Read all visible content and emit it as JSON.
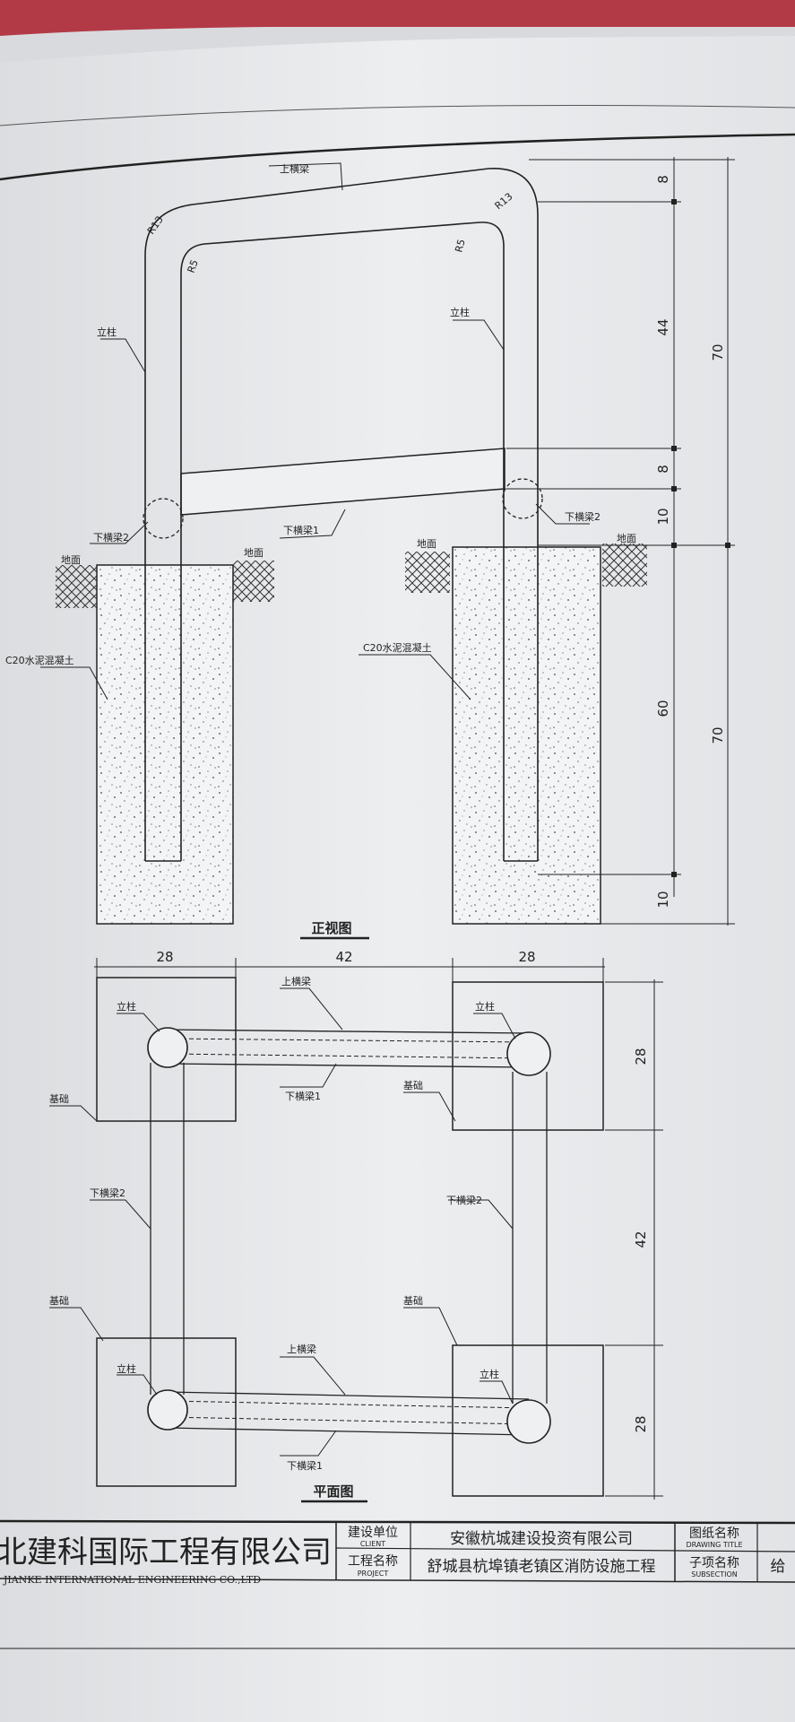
{
  "front_view": {
    "title": "正视图",
    "labels": {
      "top_beam": "上横梁",
      "post_left": "立柱",
      "post_right": "立柱",
      "lower_beam_1": "下横梁1",
      "lower_beam_2_left": "下横梁2",
      "lower_beam_2_right": "下横梁2",
      "ground_left": "地面",
      "ground_mid": "地面",
      "ground_mid2": "地面",
      "ground_right": "地面",
      "concrete_left": "C20水泥混凝土",
      "concrete_right": "C20水泥混凝土",
      "radius_outer_left": "R13",
      "radius_outer_right": "R13",
      "radius_inner_left": "R5",
      "radius_inner_right": "R5"
    },
    "dimensions": {
      "d8_top": "8",
      "d44": "44",
      "d8_mid": "8",
      "d10_mid": "10",
      "d70_top": "70",
      "d60": "60",
      "d10_bottom": "10",
      "d70_bottom": "70"
    }
  },
  "plan_view": {
    "title": "平面图",
    "labels": {
      "post_tl": "立柱",
      "post_tr": "立柱",
      "post_bl": "立柱",
      "post_br": "立柱",
      "top_beam_top": "上横梁",
      "top_beam_bottom": "上横梁",
      "lower_beam_1_top": "下横梁1",
      "lower_beam_1_bottom": "下横梁1",
      "lower_beam_2_left": "下横梁2",
      "lower_beam_2_right": "下横梁2",
      "foundation_tl": "基础",
      "foundation_tr": "基础",
      "foundation_bl": "基础",
      "foundation_br": "基础"
    },
    "dimensions": {
      "top_28_left": "28",
      "top_42": "42",
      "top_28_right": "28",
      "right_28_top": "28",
      "right_42": "42",
      "right_28_bottom": "28"
    }
  },
  "title_block": {
    "company_cn": "北建科国际工程有限公司",
    "company_en": "JIANKE INTERNATIONAL ENGINEERING CO.,LTD",
    "client_cn": "建设单位",
    "client_en": "CLIENT",
    "client_value": "安徽杭城建设投资有限公司",
    "project_cn": "工程名称",
    "project_en": "PROJECT",
    "project_value": "舒城县杭埠镇老镇区消防设施工程",
    "drawing_title_cn": "图纸名称",
    "drawing_title_en": "DRAWING TITLE",
    "subsection_cn": "子项名称",
    "subsection_en": "SUBSECTION",
    "subsection_value": "给"
  },
  "colors": {
    "paper": "#eaebed",
    "ink": "#2a2a2a",
    "desk_red": "#b23a46"
  }
}
